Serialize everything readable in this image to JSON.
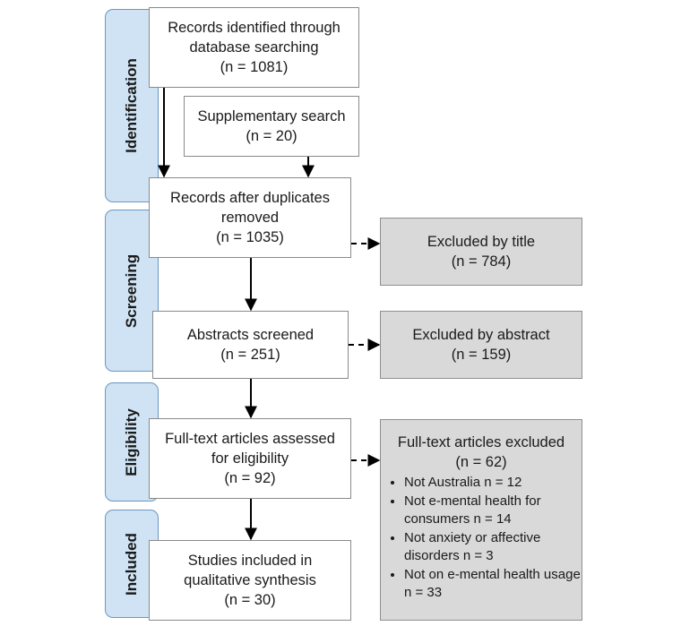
{
  "stages": [
    {
      "id": "identification",
      "label": "Identification"
    },
    {
      "id": "screening",
      "label": "Screening"
    },
    {
      "id": "eligibility",
      "label": "Eligibility"
    },
    {
      "id": "included",
      "label": "Included"
    }
  ],
  "boxes": {
    "records_identified": {
      "line1": "Records identified through",
      "line2": "database searching",
      "count": "(n = 1081)"
    },
    "supplementary": {
      "line1": "Supplementary search",
      "count": "(n = 20)"
    },
    "after_duplicates": {
      "line1": "Records after duplicates",
      "line2": "removed",
      "count": "(n = 1035)"
    },
    "excluded_title": {
      "line1": "Excluded by title",
      "count": "(n = 784)"
    },
    "abstracts": {
      "line1": "Abstracts screened",
      "count": "(n = 251)"
    },
    "excluded_abstract": {
      "line1": "Excluded by abstract",
      "count": "(n = 159)"
    },
    "fulltext": {
      "line1": "Full-text articles assessed",
      "line2": "for eligibility",
      "count": "(n = 92)"
    },
    "fulltext_excluded": {
      "line1": "Full-text articles excluded",
      "count": "(n = 62)",
      "reasons": [
        "Not Australia n = 12",
        "Not e-mental health for consumers n = 14",
        "Not anxiety or affective disorders n = 3",
        "Not on e-mental health usage n = 33"
      ]
    },
    "included": {
      "line1": "Studies included in",
      "line2": "qualitative synthesis",
      "count": "(n = 30)"
    }
  },
  "colors": {
    "stage_fill": "#cfe3f4",
    "stage_border": "#6b97c2",
    "excluded_fill": "#d9d9d9",
    "box_border": "#8a8a8a"
  }
}
